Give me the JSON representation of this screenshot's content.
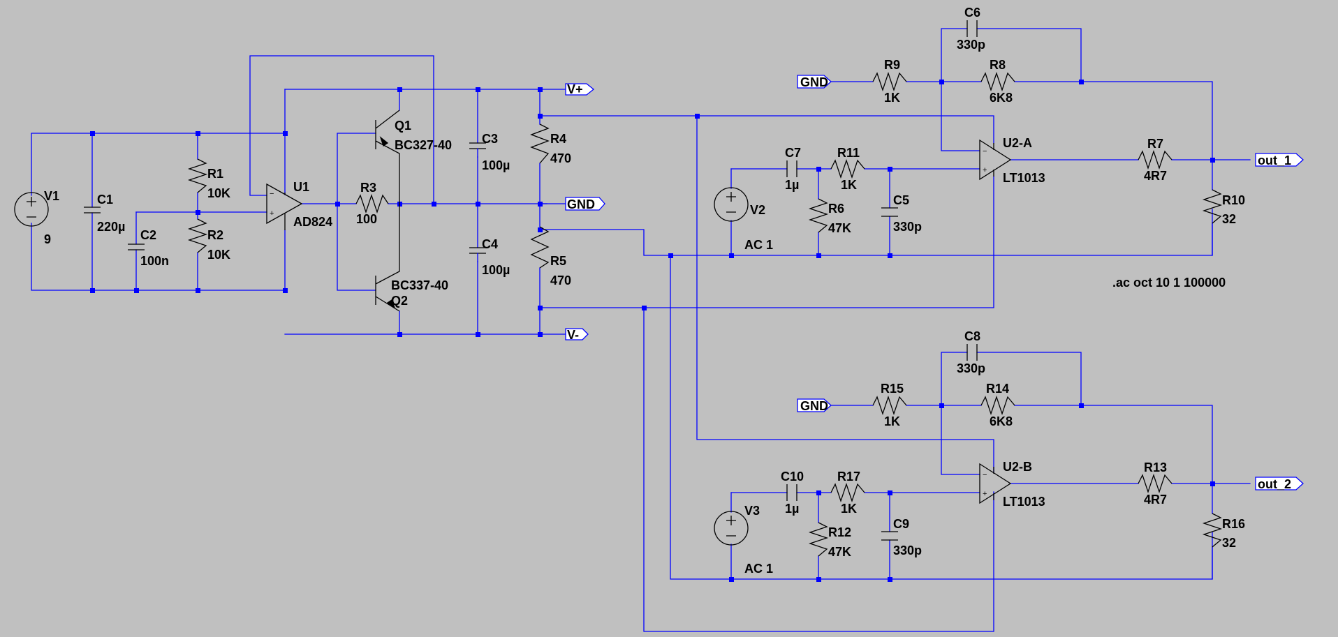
{
  "components": {
    "V1": {
      "ref": "V1",
      "value": "9"
    },
    "C1": {
      "ref": "C1",
      "value": "220µ"
    },
    "C2": {
      "ref": "C2",
      "value": "100n"
    },
    "R1": {
      "ref": "R1",
      "value": "10K"
    },
    "R2": {
      "ref": "R2",
      "value": "10K"
    },
    "U1": {
      "ref": "U1",
      "value": "AD824"
    },
    "R3": {
      "ref": "R3",
      "value": "100"
    },
    "Q1": {
      "ref": "Q1",
      "value": "BC327-40"
    },
    "Q2": {
      "ref": "Q2",
      "value": "BC337-40"
    },
    "C3": {
      "ref": "C3",
      "value": "100µ"
    },
    "C4": {
      "ref": "C4",
      "value": "100µ"
    },
    "R4": {
      "ref": "R4",
      "value": "470"
    },
    "R5": {
      "ref": "R5",
      "value": "470"
    },
    "C6": {
      "ref": "C6",
      "value": "330p"
    },
    "R9": {
      "ref": "R9",
      "value": "1K"
    },
    "R8": {
      "ref": "R8",
      "value": "6K8"
    },
    "C7": {
      "ref": "C7",
      "value": "1µ"
    },
    "R11": {
      "ref": "R11",
      "value": "1K"
    },
    "V2": {
      "ref": "V2",
      "value": "AC 1"
    },
    "R6": {
      "ref": "R6",
      "value": "47K"
    },
    "C5": {
      "ref": "C5",
      "value": "330p"
    },
    "U2A": {
      "ref": "U2-A",
      "value": "LT1013"
    },
    "R7": {
      "ref": "R7",
      "value": "4R7"
    },
    "R10": {
      "ref": "R10",
      "value": "32"
    },
    "C8": {
      "ref": "C8",
      "value": "330p"
    },
    "R15": {
      "ref": "R15",
      "value": "1K"
    },
    "R14": {
      "ref": "R14",
      "value": "6K8"
    },
    "C10": {
      "ref": "C10",
      "value": "1µ"
    },
    "R17": {
      "ref": "R17",
      "value": "1K"
    },
    "V3": {
      "ref": "V3",
      "value": "AC 1"
    },
    "R12": {
      "ref": "R12",
      "value": "47K"
    },
    "C9": {
      "ref": "C9",
      "value": "330p"
    },
    "U2B": {
      "ref": "U2-B",
      "value": "LT1013"
    },
    "R13": {
      "ref": "R13",
      "value": "4R7"
    },
    "R16": {
      "ref": "R16",
      "value": "32"
    }
  },
  "net_labels": {
    "vplus": "V+",
    "gnd_rail": "GND",
    "vminus": "V-",
    "gnd_u2a": "GND",
    "gnd_u2b": "GND",
    "out1": "out_1",
    "out2": "out_2"
  },
  "directives": {
    "ac_analysis": ".ac oct 10 1 100000"
  },
  "colors": {
    "background": "#c0c0c0",
    "wire": "#0000ff",
    "symbol": "#000000"
  }
}
